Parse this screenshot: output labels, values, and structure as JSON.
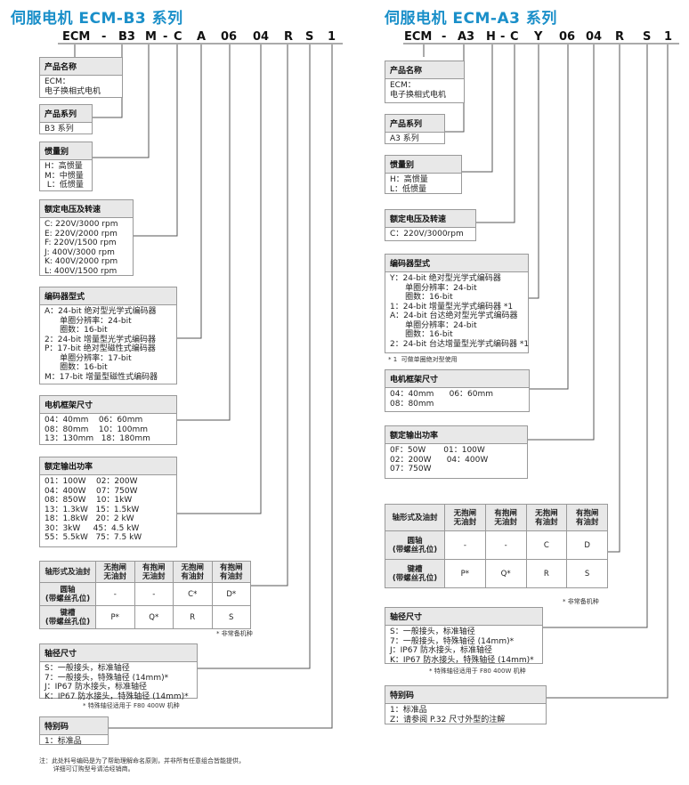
{
  "left": {
    "title": "伺服电机 ECM-B3 系列",
    "code": [
      "ECM",
      "-",
      "B3",
      "M",
      "-",
      "C",
      "A",
      "06",
      "04",
      "R",
      "S",
      "1"
    ],
    "boxes": {
      "product_name": {
        "header": "产品名称",
        "body": "ECM：\n电子换相式电机"
      },
      "product_series": {
        "header": "产品系列",
        "body": "B3 系列"
      },
      "inertia": {
        "header": "惯量别",
        "body": "H：高惯量\nM：中惯量\n L：低惯量"
      },
      "voltage": {
        "header": "额定电压及转速",
        "body": "C: 220V/3000 rpm\nE: 220V/2000 rpm\nF: 220V/1500 rpm\nJ: 400V/3000 rpm\nK: 400V/2000 rpm\nL: 400V/1500 rpm"
      },
      "encoder": {
        "header": "编码器型式",
        "body": "A：24-bit 绝对型光学式编码器\n      单圈分辨率：24-bit\n      圈数：16-bit\n2：24-bit 增量型光学式编码器\nP：17-bit 绝对型磁性式编码器\n      单圈分辨率：17-bit\n      圈数：16-bit\nM：17-bit 增量型磁性式编码器"
      },
      "frame": {
        "header": "电机框架尺寸",
        "body": "04：40mm    06：60mm\n08：80mm    10：100mm\n13：130mm   18：180mm"
      },
      "power": {
        "header": "额定输出功率",
        "body": "01：100W    02：200W\n04：400W    07：750W\n08：850W    10：1kW\n13：1.3kW   15：1.5kW\n18：1.8kW   20：2 kW\n30：3kW     45：4.5 kW\n55：5.5kW   75：7.5 kW"
      },
      "shaft_size": {
        "header": "轴径尺寸",
        "body": "S：一般接头，标准轴径\n7：一般接头，特殊轴径 (14mm)*\nJ：IP67 防水接头，标准轴径\nK：IP67 防水接头，特殊轴径 (14mm)*"
      },
      "special": {
        "header": "特别码",
        "body": "1：标准品"
      }
    },
    "shaft_table": {
      "header": "轴形式及油封",
      "cols": [
        "无抱闸\n无油封",
        "有抱闸\n无油封",
        "无抱闸\n有油封",
        "有抱闸\n有油封"
      ],
      "rows": [
        {
          "label": "圆轴\n(带螺丝孔位)",
          "cells": [
            "-",
            "-",
            "C*",
            "D*"
          ]
        },
        {
          "label": "键槽\n(带螺丝孔位)",
          "cells": [
            "P*",
            "Q*",
            "R",
            "S"
          ]
        }
      ],
      "note": "* 非常备机种"
    },
    "shaft_note": "* 特殊轴径适用于 F80 400W 机种",
    "footnote": "注：此处料号编码是为了帮助理解命名原则，并非所有任意组合皆能提供，\n       详细可订购型号请洽经销商。"
  },
  "right": {
    "title": "伺服电机 ECM-A3 系列",
    "code": [
      "ECM",
      "-",
      "A3",
      "H",
      "-",
      "C",
      "Y",
      "06",
      "04",
      "R",
      "S",
      "1"
    ],
    "boxes": {
      "product_name": {
        "header": "产品名称",
        "body": "ECM：\n电子换相式电机"
      },
      "product_series": {
        "header": "产品系列",
        "body": "A3 系列"
      },
      "inertia": {
        "header": "惯量别",
        "body": "H：高惯量\nL：低惯量"
      },
      "voltage": {
        "header": "额定电压及转速",
        "body": "C：220V/3000rpm"
      },
      "encoder": {
        "header": "编码器型式",
        "body": "Y：24-bit 绝对型光学式编码器\n      单圈分辨率：24-bit\n      圈数：16-bit\n1：24-bit 增量型光学式编码器 *1\nA：24-bit 台达绝对型光学式编码器\n      单圈分辨率：24-bit\n      圈数：16-bit\n2：24-bit 台达增量型光学式编码器 *1"
      },
      "frame": {
        "header": "电机框架尺寸",
        "body": "04：40mm      06：60mm\n08：80mm"
      },
      "power": {
        "header": "额定输出功率",
        "body": "0F：50W       01：100W\n02：200W      04：400W\n07：750W"
      },
      "shaft_size": {
        "header": "轴径尺寸",
        "body": "S：一般接头，标准轴径\n7：一般接头，特殊轴径 (14mm)*\nJ：IP67 防水接头，标准轴径\nK：IP67 防水接头，特殊轴径 (14mm)*"
      },
      "special": {
        "header": "特别码",
        "body": "1：标准品\nZ：请参阅 P.32 尺寸外型的注解"
      }
    },
    "encoder_note": "* 1  可做单圈绝对型使用",
    "shaft_table": {
      "header": "轴形式及油封",
      "cols": [
        "无抱闸\n无油封",
        "有抱闸\n无油封",
        "无抱闸\n有油封",
        "有抱闸\n有油封"
      ],
      "rows": [
        {
          "label": "圆轴\n(带螺丝孔位)",
          "cells": [
            "-",
            "-",
            "C",
            "D"
          ]
        },
        {
          "label": "键槽\n(带螺丝孔位)",
          "cells": [
            "P*",
            "Q*",
            "R",
            "S"
          ]
        }
      ],
      "note": "* 非常备机种"
    },
    "shaft_note": "* 特殊轴径适用于 F80 400W 机种"
  }
}
